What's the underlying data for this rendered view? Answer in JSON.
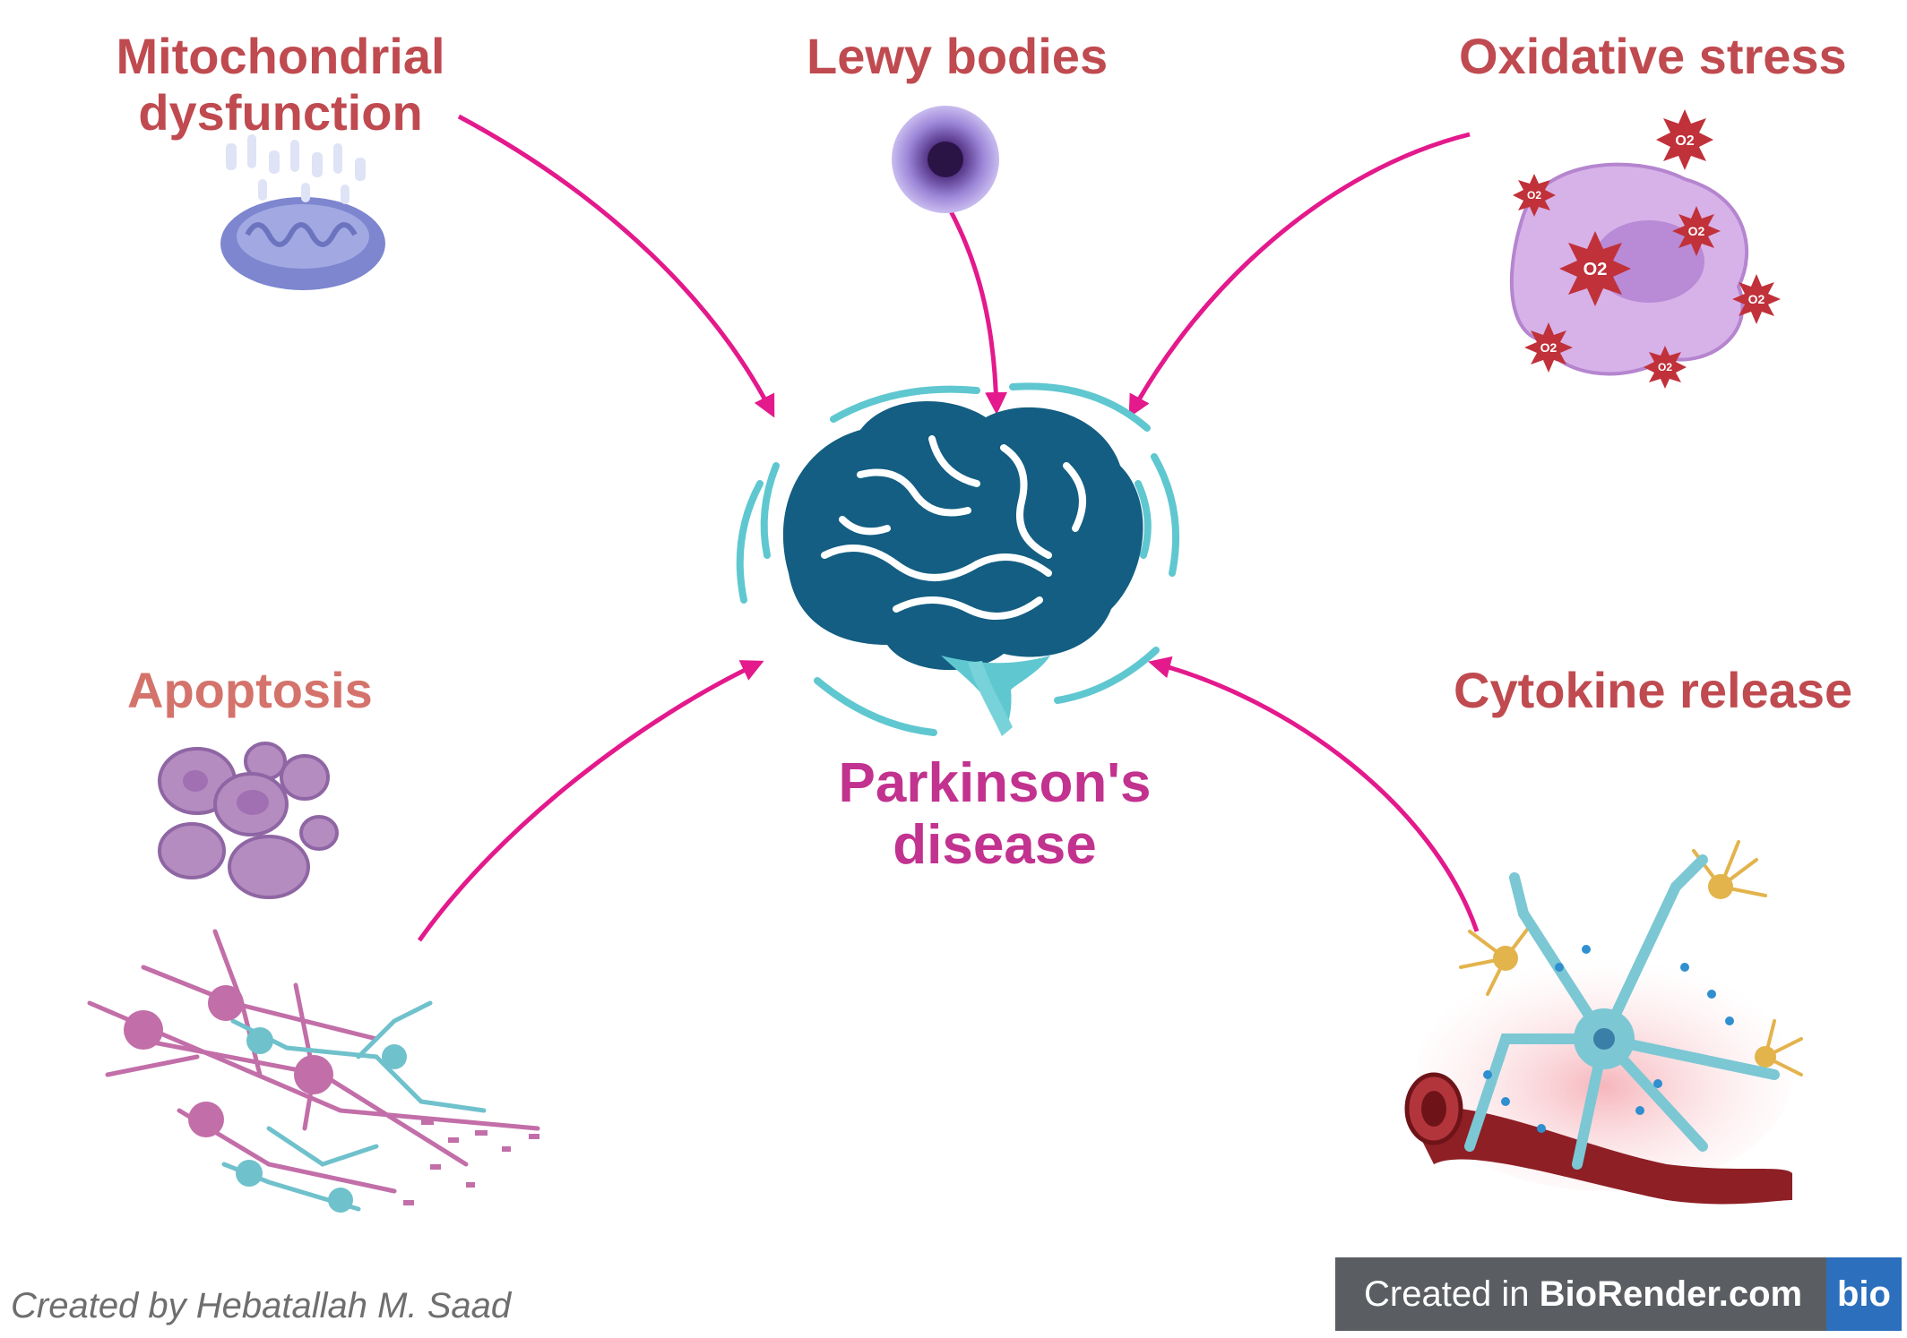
{
  "diagram": {
    "center_label": "Parkinson's disease",
    "factors": [
      {
        "id": "mito",
        "label": "Mitochondrial dysfunction",
        "icon": "mitochondrion-icon"
      },
      {
        "id": "lewy",
        "label": "Lewy bodies",
        "icon": "lewy-body-icon"
      },
      {
        "id": "oxid",
        "label": "Oxidative stress",
        "icon": "oxidative-stress-cell-icon"
      },
      {
        "id": "apop",
        "label": "Apoptosis",
        "icon": "apoptotic-cell-icon"
      },
      {
        "id": "cyto",
        "label": "Cytokine release",
        "icon": "microglia-blood-vessel-icon"
      }
    ],
    "center_icon": "brain-icon",
    "ros_symbol": "O2",
    "arrow_color": "#e3198c",
    "label_color": "#bf4a4f",
    "center_label_color": "#c2328f"
  },
  "credits": {
    "author": "Created by Hebatallah M. Saad",
    "badge_prefix": "Created in ",
    "badge_brand": "BioRender.com",
    "badge_logo": "bio"
  }
}
